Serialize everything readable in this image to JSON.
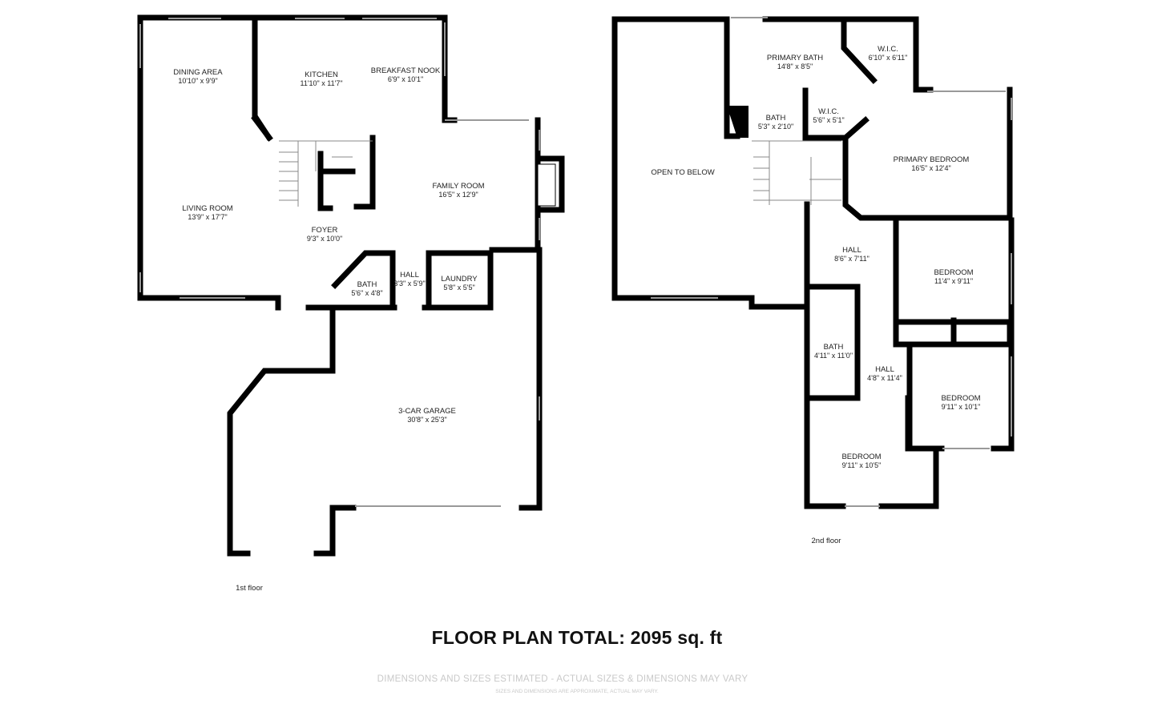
{
  "floors": [
    {
      "id": "first",
      "label": "1st floor",
      "rooms": [
        {
          "id": "dining-area",
          "name": "DINING AREA",
          "dim": "10'10\" x 9'9\""
        },
        {
          "id": "kitchen",
          "name": "KITCHEN",
          "dim": "11'10\" x 11'7\""
        },
        {
          "id": "breakfast-nook",
          "name": "BREAKFAST NOOK",
          "dim": "6'9\" x 10'1\""
        },
        {
          "id": "family-room",
          "name": "FAMILY ROOM",
          "dim": "16'5\" x 12'9\""
        },
        {
          "id": "living-room",
          "name": "LIVING ROOM",
          "dim": "13'9\" x 17'7\""
        },
        {
          "id": "foyer",
          "name": "FOYER",
          "dim": "9'3\" x 10'0\""
        },
        {
          "id": "bath-1",
          "name": "BATH",
          "dim": "5'6\" x 4'8\""
        },
        {
          "id": "hall-1",
          "name": "HALL",
          "dim": "3'3\" x 5'9\""
        },
        {
          "id": "laundry",
          "name": "LAUNDRY",
          "dim": "5'8\" x 5'5\""
        },
        {
          "id": "garage",
          "name": "3-CAR GARAGE",
          "dim": "30'8\" x 25'3\""
        }
      ]
    },
    {
      "id": "second",
      "label": "2nd floor",
      "rooms": [
        {
          "id": "primary-bath",
          "name": "PRIMARY BATH",
          "dim": "14'8\" x 8'5\""
        },
        {
          "id": "wic-1",
          "name": "W.I.C.",
          "dim": "6'10\" x 6'11\""
        },
        {
          "id": "bath-2",
          "name": "BATH",
          "dim": "5'3\" x 2'10\""
        },
        {
          "id": "wic-2",
          "name": "W.I.C.",
          "dim": "5'6\" x 5'1\""
        },
        {
          "id": "open-to-below",
          "name": "OPEN TO BELOW",
          "dim": ""
        },
        {
          "id": "primary-bedroom",
          "name": "PRIMARY BEDROOM",
          "dim": "16'5\" x 12'4\""
        },
        {
          "id": "hall-2",
          "name": "HALL",
          "dim": "8'6\" x 7'11\""
        },
        {
          "id": "bedroom-1",
          "name": "BEDROOM",
          "dim": "11'4\" x 9'11\""
        },
        {
          "id": "bath-3",
          "name": "BATH",
          "dim": "4'11\" x 11'0\""
        },
        {
          "id": "hall-3",
          "name": "HALL",
          "dim": "4'8\" x 11'4\""
        },
        {
          "id": "bedroom-2",
          "name": "BEDROOM",
          "dim": "9'11\" x 10'1\""
        },
        {
          "id": "bedroom-3",
          "name": "BEDROOM",
          "dim": "9'11\" x 10'5\""
        }
      ]
    }
  ],
  "total_label": "FLOOR PLAN TOTAL: 2095 sq. ft",
  "disclaimer": "DIMENSIONS AND SIZES ESTIMATED - ACTUAL SIZES & DIMENSIONS MAY VARY",
  "disclaimer_small": "SIZES AND DIMENSIONS ARE APPROXIMATE, ACTUAL MAY VARY.",
  "colors": {
    "wall": "#000000",
    "text": "#222222",
    "disclaimer": "#c9c9c9"
  }
}
